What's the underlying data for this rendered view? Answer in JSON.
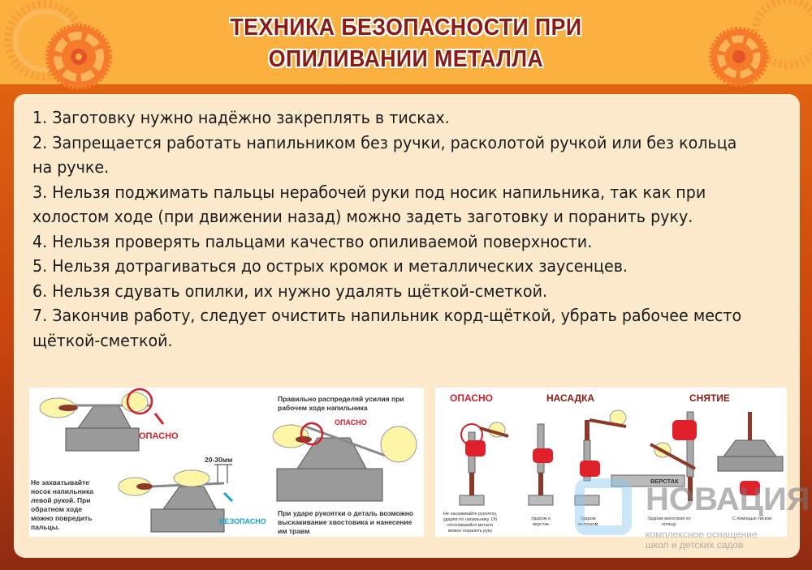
{
  "title": {
    "line1": "ТЕХНИКА БЕЗОПАСНОСТИ ПРИ",
    "line2": "ОПИЛИВАНИИ МЕТАЛЛА"
  },
  "rules": [
    "1. Заготовку нужно надёжно закреплять в тисках.",
    "2. Запрещается работать напильником без ручки, расколотой ручкой или без кольца на ручке.",
    "3. Нельзя поджимать пальцы нерабочей руки под носик напильника, так как при холостом ходе (при движении назад) можно задеть заготовку и поранить руку.",
    "4. Нельзя проверять пальцами качество опиливаемой поверхности.",
    "5. Нельзя дотрагиваться до острых кромок и металлических заусенцев.",
    "6. Нельзя сдувать опилки, их нужно удалять щёткой-сметкой.",
    "7. Закончив работу, следует очистить напильник корд-щёткой, убрать рабочее место щёткой-сметкой."
  ],
  "left_illustration": {
    "danger1": "ОПАСНО",
    "note_left": "Не захватывайте носок напильника левой рукой. При обратном ходе можно повредить пальцы.",
    "dimension": "20-30мм",
    "safe": "БЕЗОПАСНО",
    "note_top_right": "Правильно распределяй усилия при рабочем ходе напильника",
    "danger2": "ОПАСНО",
    "note_bottom_right": "При ударе рукоятки о деталь возможно выскакивание хвостовика и нанесение им травм"
  },
  "right_illustration": {
    "heading_danger": "ОПАСНО",
    "heading_fit": "НАСАДКА",
    "heading_remove": "СНЯТИЕ",
    "bench": "ВЕРСТАК",
    "cap1": "Не насаживайте рукоятку, ударяя по напильнику. Об отколовшийся металл можно поранить руку",
    "cap2": "Ударом о верстак",
    "cap3": "Ударом молотком",
    "cap4": "Ударом молотком по кольцу",
    "cap5": "С помощью тисков"
  },
  "watermark": {
    "brand": "НОВАЦИЯ",
    "line1": "комплексное оснащение",
    "line2": "школ и детских садов"
  },
  "colors": {
    "header": "#fbb040",
    "panel": "#fde9cc",
    "title": "#8a1a12",
    "danger": "#d0202a",
    "safe": "#1aa0d8"
  }
}
